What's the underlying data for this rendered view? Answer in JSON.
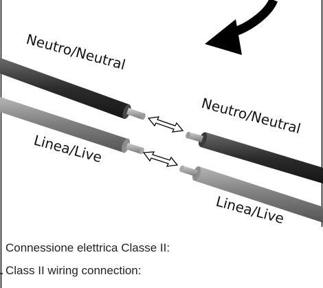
{
  "labels": {
    "neutral_left": "Neutro/Neutral",
    "live_left": "Linea/Live",
    "neutral_right": "Neutro/Neutral",
    "live_right": "Linea/Live"
  },
  "captions": {
    "line1": "Connessione elettrica Classe II:",
    "line2": "Class II wiring connection:"
  },
  "colors": {
    "neutral_wire": "#333333",
    "live_wire": "#7a7a7a",
    "arrow": "#000000"
  },
  "icons": {
    "curved_arrow": "curved-arrow-icon",
    "connect_arrow": "double-headed-arrow-icon"
  }
}
